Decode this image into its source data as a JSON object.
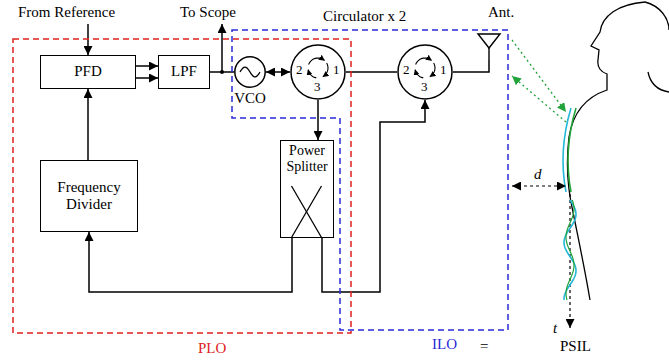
{
  "diagram": {
    "nodes": [
      {
        "text": [
          "PLO"
        ]
      },
      {
        "text": [
          "PFD"
        ],
        "in": 0
      },
      {
        "text": [
          "LPF"
        ],
        "in": 0
      },
      {
        "text": [
          "Frequency Divider"
        ],
        "in": 0
      },
      {
        "text": [
          "ILO"
        ]
      },
      {
        "text": [
          "VCO"
        ]
      },
      {
        "text": [
          "2",
          "1",
          "3"
        ]
      },
      {
        "text": [
          "2",
          "1",
          "3"
        ]
      },
      {
        "text": [
          "Power Splitter"
        ]
      },
      {
        "text": [
          "Ant."
        ]
      }
    ],
    "edges": [
      {
        "from": 1,
        "to": 2,
        "arrow": "to"
      },
      {
        "from": 2,
        "to": 5,
        "arrow": "none"
      },
      {
        "from": 5,
        "to": 6,
        "arrow": "both"
      },
      {
        "from": 6,
        "to": 7,
        "arrow": "none"
      },
      {
        "from": 7,
        "to": 9,
        "arrow": "none"
      },
      {
        "from": 6,
        "to": 8,
        "arrow": "to"
      },
      {
        "from": 8,
        "to": 3,
        "arrow": "to"
      },
      {
        "from": 8,
        "to": 7,
        "arrow": "to"
      },
      {
        "from": 3,
        "to": 1,
        "arrow": "to"
      }
    ],
    "labels": [
      "From Reference",
      "To Scope",
      "Circulator x 2",
      "d",
      "t",
      "=",
      "PSIL"
    ]
  }
}
